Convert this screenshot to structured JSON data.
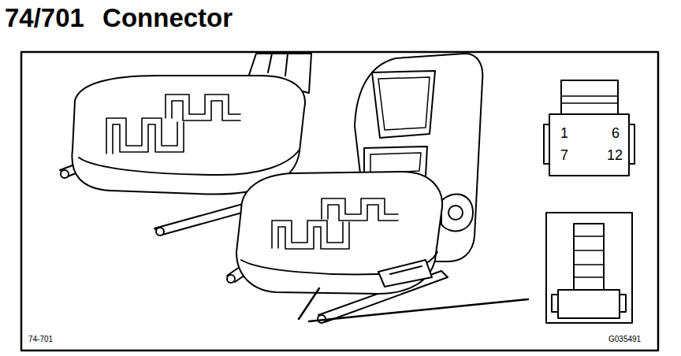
{
  "diagram": {
    "title": "74/701 Connector",
    "labels": [
      "1",
      "6",
      "7",
      "12",
      "74-701",
      "G035491"
    ]
  }
}
